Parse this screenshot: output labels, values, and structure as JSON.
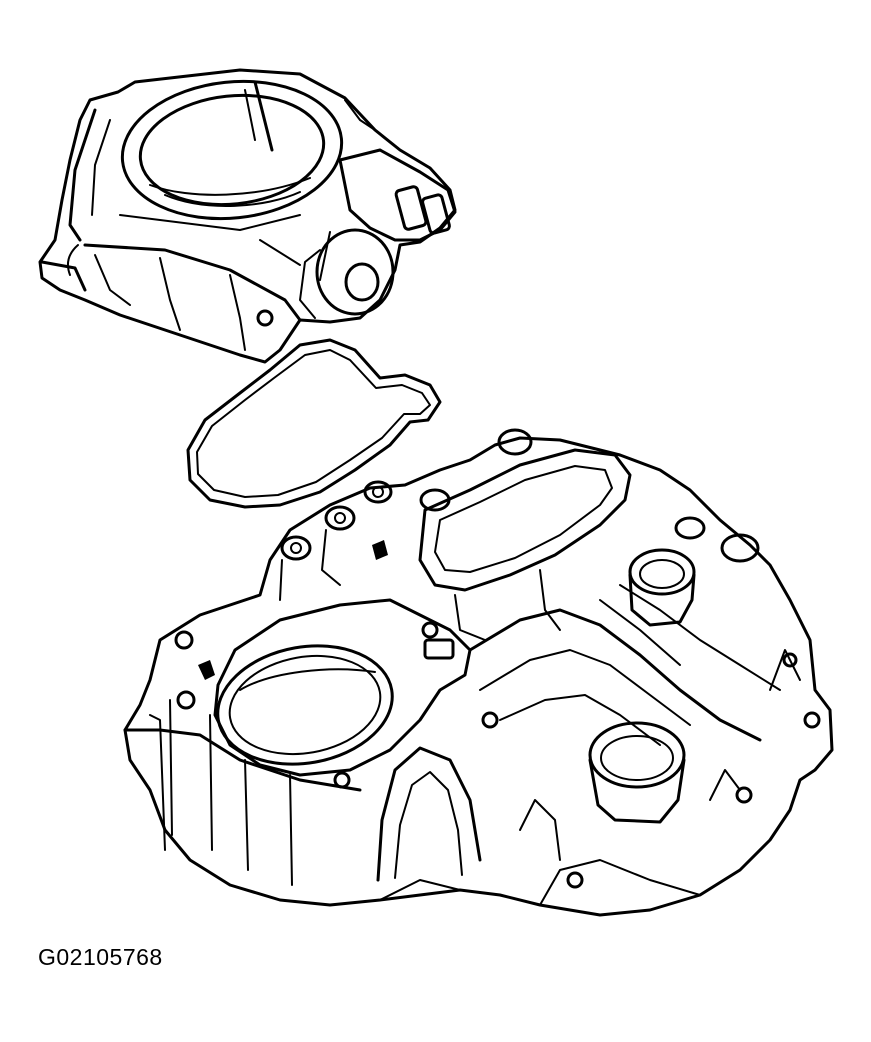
{
  "figure": {
    "id_label": "G02105768"
  },
  "parts": [
    {
      "name": "throttle-body"
    },
    {
      "name": "throttle-body-gasket"
    },
    {
      "name": "intake-manifold"
    }
  ]
}
